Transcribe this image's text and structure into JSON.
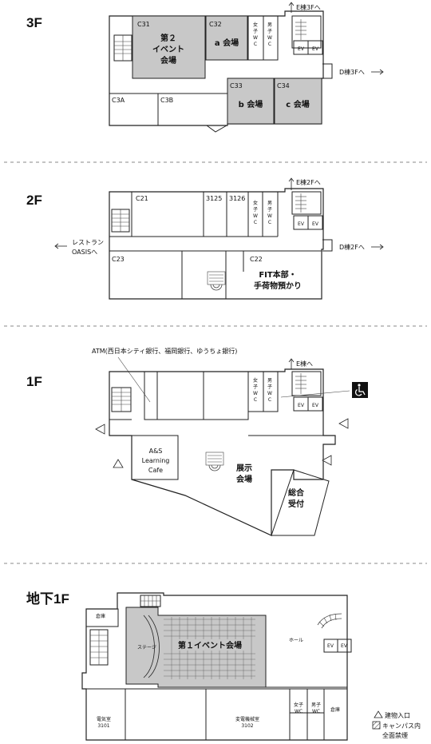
{
  "floors": {
    "f3": {
      "label": "3F",
      "rooms": {
        "c31": "C31",
        "event2_l1": "第２",
        "event2_l2": "イベント",
        "event2_l3": "会場",
        "c32": "C32",
        "a_hall": "a 会場",
        "c33": "C33",
        "b_hall": "b 会場",
        "c34": "C34",
        "c_hall": "c 会場",
        "c3a": "C3A",
        "c3b": "C3B",
        "wc_women": [
          "女",
          "子",
          "W",
          "C"
        ],
        "wc_men": [
          "男",
          "子",
          "W",
          "C"
        ],
        "ev1": "EV",
        "ev2": "EV"
      },
      "arrow_up": "E棟3Fへ",
      "arrow_right": "D棟3Fへ"
    },
    "f2": {
      "label": "2F",
      "rooms": {
        "c21": "C21",
        "r3125": "3125",
        "r3126": "3126",
        "wc_women": [
          "女",
          "子",
          "W",
          "C"
        ],
        "wc_men": [
          "男",
          "子",
          "W",
          "C"
        ],
        "c23": "C23",
        "c22": "C22",
        "fit_l1": "FIT本部・",
        "fit_l2": "手荷物預かり",
        "ev1": "EV",
        "ev2": "EV"
      },
      "arrow_up": "E棟2Fへ",
      "arrow_right": "D棟2Fへ",
      "left_l1": "レストラン",
      "left_l2": "OASISへ"
    },
    "f1": {
      "label": "1F",
      "atm": "ATM(西日本シティ銀行、福岡銀行、ゆうちょ銀行)",
      "arrow_up": "E棟へ",
      "rooms": {
        "wc_women": [
          "女",
          "子",
          "W",
          "C"
        ],
        "wc_men": [
          "男",
          "子",
          "W",
          "C"
        ],
        "ev1": "EV",
        "ev2": "EV",
        "cafe_l1": "A&S",
        "cafe_l2": "Learning",
        "cafe_l3": "Cafe",
        "exhibit_l1": "展示",
        "exhibit_l2": "会場",
        "reception_l1": "総合",
        "reception_l2": "受付"
      },
      "accessible_icon": "wheelchair-icon"
    },
    "b1": {
      "label": "地下1F",
      "rooms": {
        "storage1": "倉庫",
        "stage": "ステージ",
        "event1": "第１イベント会場",
        "hall": "ホール",
        "ev1": "EV",
        "ev2": "EV",
        "elec_l1": "電気室",
        "elec_l2": "3101",
        "trans_l1": "変電機械室",
        "trans_l2": "3102",
        "wc_women_l1": "女子",
        "wc_women_l2": "WC",
        "wc_men_l1": "男子",
        "wc_men_l2": "WC",
        "storage2": "倉庫"
      }
    }
  },
  "legend": {
    "entrance": "建物入口",
    "nosmoke_l1": "キャンパス内",
    "nosmoke_l2": "全面禁煙"
  }
}
